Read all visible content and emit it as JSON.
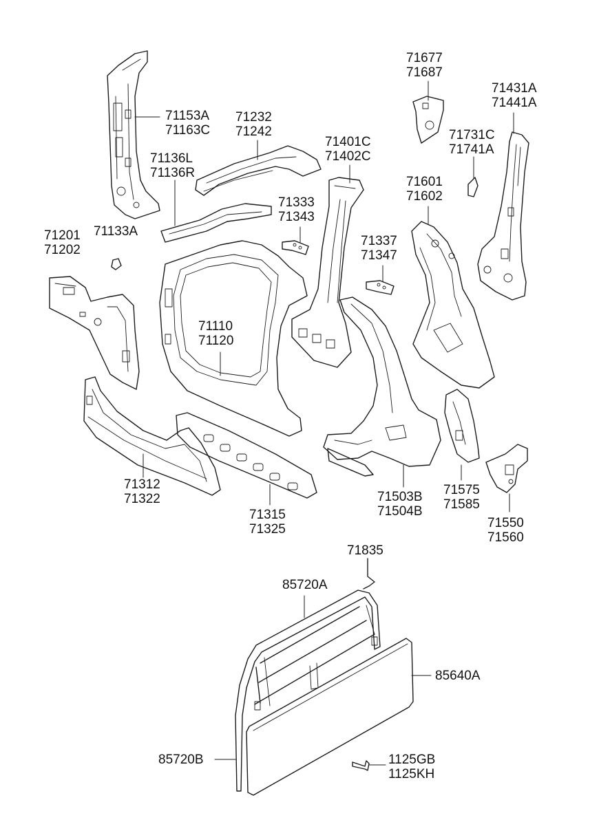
{
  "callouts": [
    {
      "id": "c71153",
      "lines": [
        "71153A",
        "71163C"
      ]
    },
    {
      "id": "c71232",
      "lines": [
        "71232",
        "71242"
      ]
    },
    {
      "id": "c71136",
      "lines": [
        "71136L",
        "71136R"
      ]
    },
    {
      "id": "c71401",
      "lines": [
        "71401C",
        "71402C"
      ]
    },
    {
      "id": "c71677",
      "lines": [
        "71677",
        "71687"
      ]
    },
    {
      "id": "c71431",
      "lines": [
        "71431A",
        "71441A"
      ]
    },
    {
      "id": "c71731",
      "lines": [
        "71731C",
        "71741A"
      ]
    },
    {
      "id": "c71601",
      "lines": [
        "71601",
        "71602"
      ]
    },
    {
      "id": "c71333",
      "lines": [
        "71333",
        "71343"
      ]
    },
    {
      "id": "c71337",
      "lines": [
        "71337",
        "71347"
      ]
    },
    {
      "id": "c71201",
      "lines": [
        "71201",
        "71202"
      ]
    },
    {
      "id": "c71133",
      "lines": [
        "71133A"
      ]
    },
    {
      "id": "c71110",
      "lines": [
        "71110",
        "71120"
      ]
    },
    {
      "id": "c71312",
      "lines": [
        "71312",
        "71322"
      ]
    },
    {
      "id": "c71315",
      "lines": [
        "71315",
        "71325"
      ]
    },
    {
      "id": "c71503",
      "lines": [
        "71503B",
        "71504B"
      ]
    },
    {
      "id": "c71575",
      "lines": [
        "71575",
        "71585"
      ]
    },
    {
      "id": "c71550",
      "lines": [
        "71550",
        "71560"
      ]
    },
    {
      "id": "c71835",
      "lines": [
        "71835"
      ]
    },
    {
      "id": "c85720a",
      "lines": [
        "85720A"
      ]
    },
    {
      "id": "c85640",
      "lines": [
        "85640A"
      ]
    },
    {
      "id": "c85720b",
      "lines": [
        "85720B"
      ]
    },
    {
      "id": "c1125",
      "lines": [
        "1125GB",
        "1125KH"
      ]
    }
  ]
}
